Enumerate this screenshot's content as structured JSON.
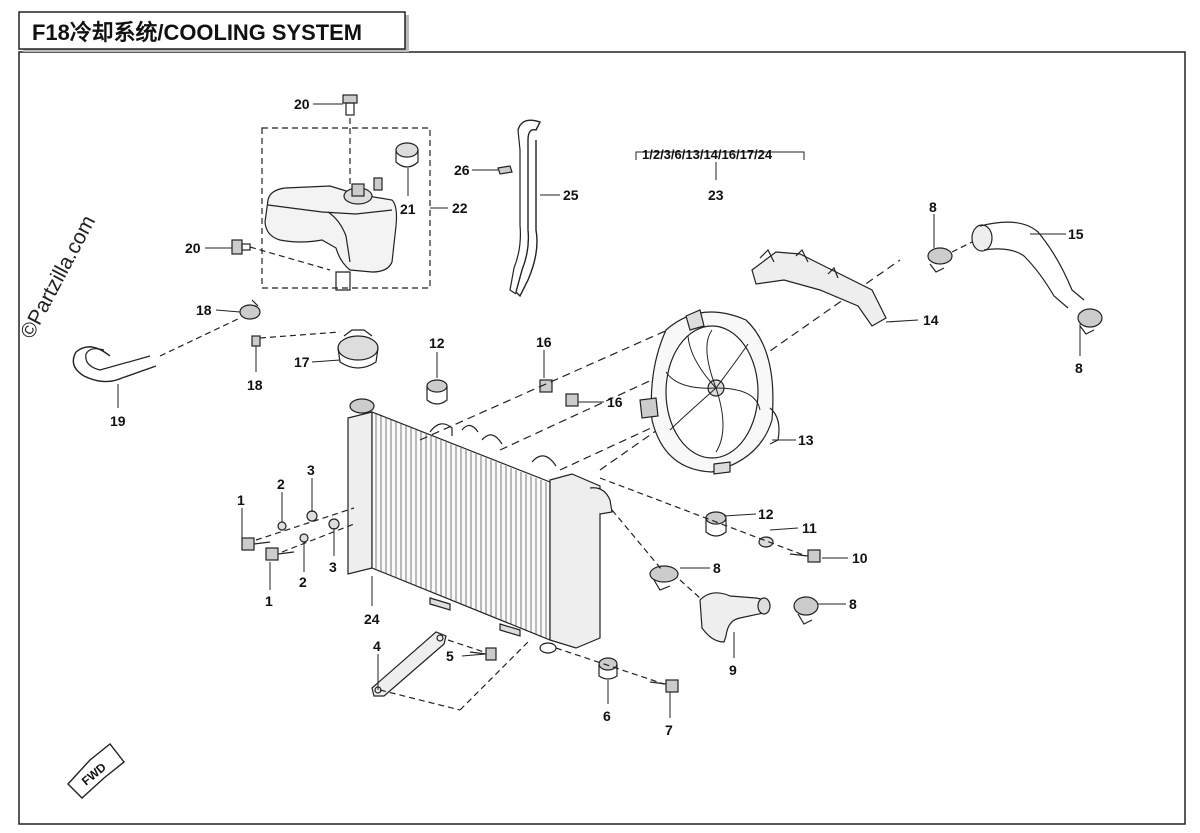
{
  "title": "F18冷却系统/COOLING SYSTEM",
  "watermark": "©Partzilla.com",
  "fwd_label": "FWD",
  "callouts": [
    {
      "id": "c20a",
      "label": "20"
    },
    {
      "id": "c20b",
      "label": "20"
    },
    {
      "id": "c21",
      "label": "21"
    },
    {
      "id": "c22",
      "label": "22"
    },
    {
      "id": "c26",
      "label": "26"
    },
    {
      "id": "c25",
      "label": "25"
    },
    {
      "id": "c23g",
      "label": "1/2/3/6/13/14/16/17/24"
    },
    {
      "id": "c23",
      "label": "23"
    },
    {
      "id": "c8a",
      "label": "8"
    },
    {
      "id": "c15",
      "label": "15"
    },
    {
      "id": "c8b",
      "label": "8"
    },
    {
      "id": "c18a",
      "label": "18"
    },
    {
      "id": "c18b",
      "label": "18"
    },
    {
      "id": "c17",
      "label": "17"
    },
    {
      "id": "c19",
      "label": "19"
    },
    {
      "id": "c12a",
      "label": "12"
    },
    {
      "id": "c16a",
      "label": "16"
    },
    {
      "id": "c16b",
      "label": "16"
    },
    {
      "id": "c14",
      "label": "14"
    },
    {
      "id": "c13",
      "label": "13"
    },
    {
      "id": "c1a",
      "label": "1"
    },
    {
      "id": "c2a",
      "label": "2"
    },
    {
      "id": "c3a",
      "label": "3"
    },
    {
      "id": "c1b",
      "label": "1"
    },
    {
      "id": "c2b",
      "label": "2"
    },
    {
      "id": "c3b",
      "label": "3"
    },
    {
      "id": "c24",
      "label": "24"
    },
    {
      "id": "c12b",
      "label": "12"
    },
    {
      "id": "c11",
      "label": "11"
    },
    {
      "id": "c10",
      "label": "10"
    },
    {
      "id": "c8c",
      "label": "8"
    },
    {
      "id": "c8d",
      "label": "8"
    },
    {
      "id": "c9",
      "label": "9"
    },
    {
      "id": "c4",
      "label": "4"
    },
    {
      "id": "c5",
      "label": "5"
    },
    {
      "id": "c6",
      "label": "6"
    },
    {
      "id": "c7",
      "label": "7"
    }
  ]
}
